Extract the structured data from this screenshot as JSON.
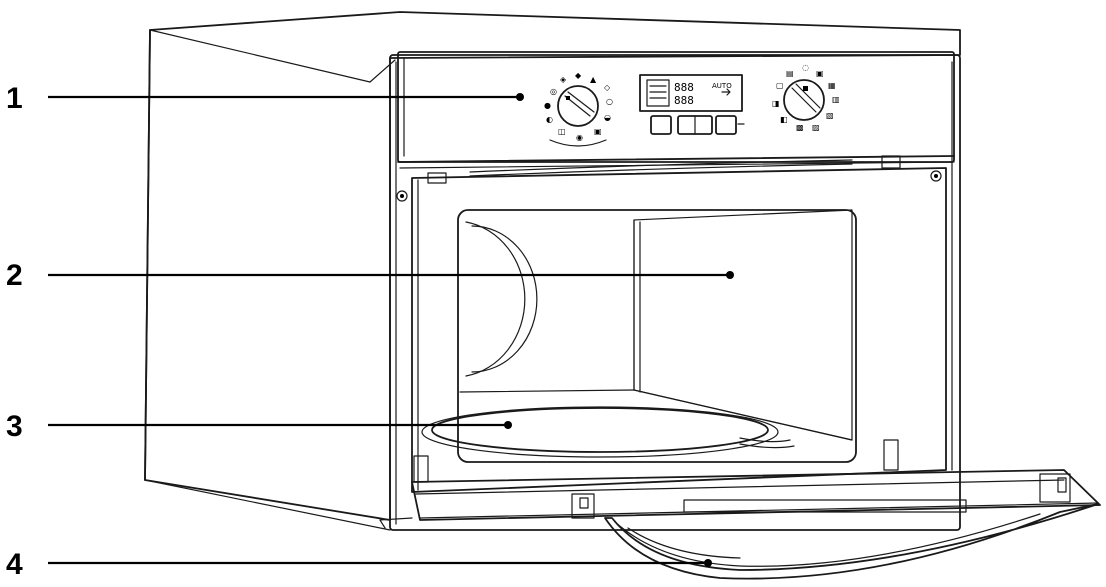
{
  "callouts": [
    {
      "number": "1",
      "target": "control-panel"
    },
    {
      "number": "2",
      "target": "oven-cavity"
    },
    {
      "number": "3",
      "target": "turntable"
    },
    {
      "number": "4",
      "target": "door-handle"
    }
  ]
}
